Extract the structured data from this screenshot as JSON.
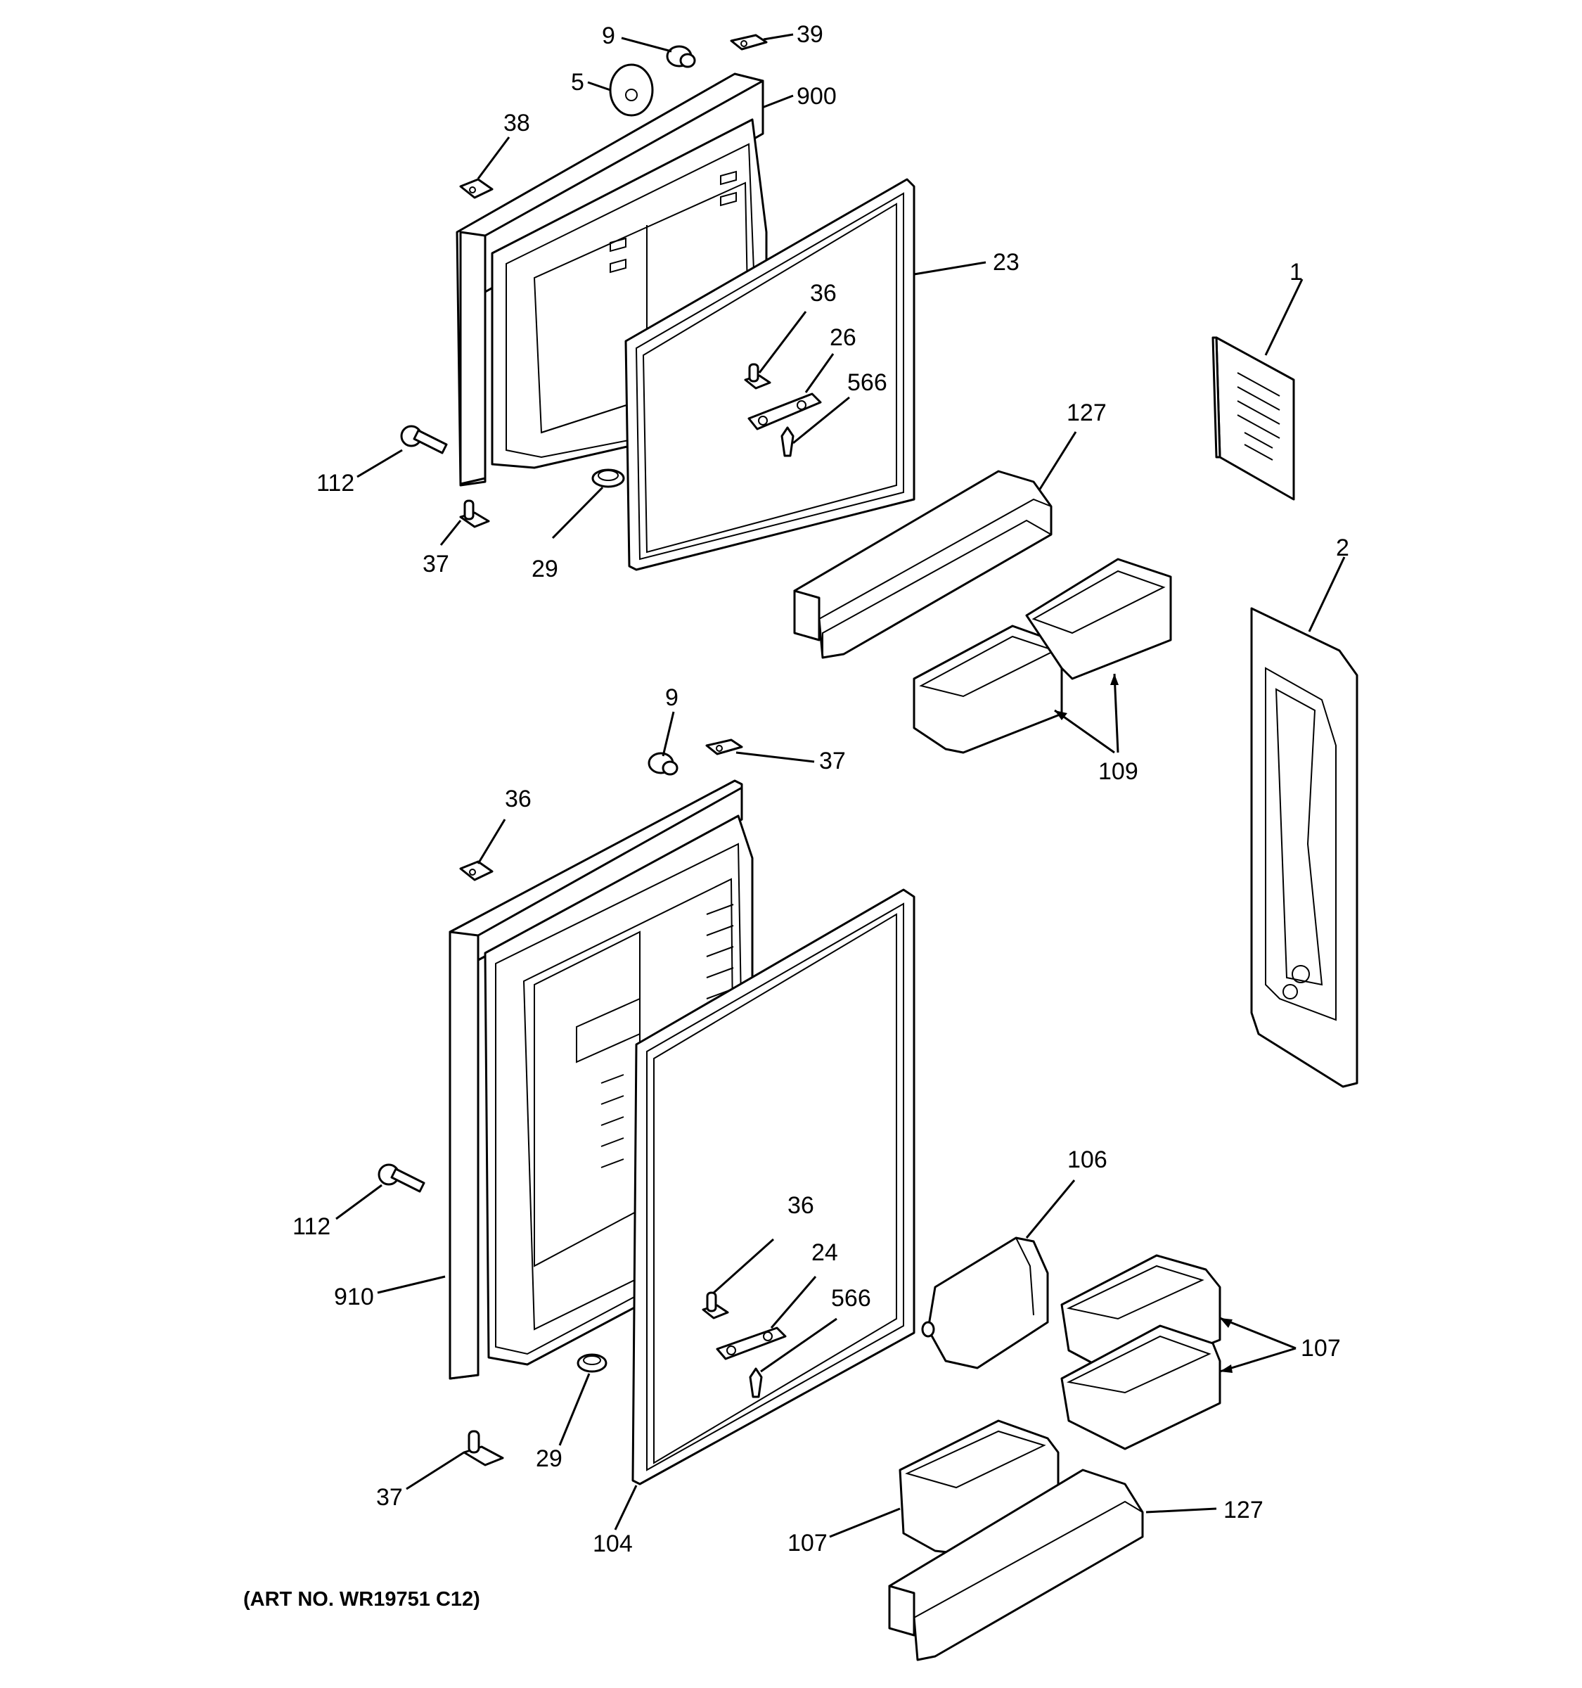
{
  "callouts": {
    "c9a": "9",
    "c39": "39",
    "c5": "5",
    "c900": "900",
    "c38": "38",
    "c23": "23",
    "c36a": "36",
    "c26": "26",
    "c566a": "566",
    "c1": "1",
    "c127a": "127",
    "c112a": "112",
    "c37a": "37",
    "c29a": "29",
    "c2": "2",
    "c109": "109",
    "c9b": "9",
    "c37b": "37",
    "c36b": "36",
    "c106": "106",
    "c36c": "36",
    "c24": "24",
    "c566b": "566",
    "c112b": "112",
    "c910": "910",
    "c107a": "107",
    "c29b": "29",
    "c37c": "37",
    "c104": "104",
    "c107b": "107",
    "c127b": "127"
  },
  "footer": {
    "art_number": "(ART NO. WR19751 C12)"
  }
}
